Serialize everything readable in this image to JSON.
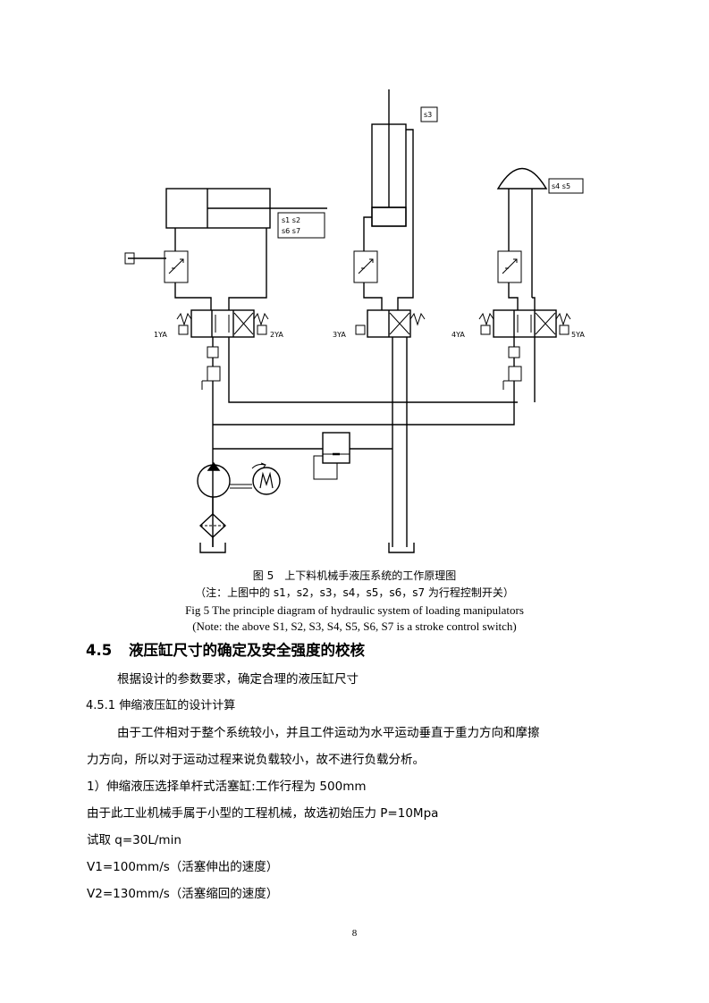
{
  "diagram": {
    "labels": {
      "s3": "s3",
      "s4s5": "s4 s5",
      "s1s2": "s1 s2",
      "s6s7": "s6 s7",
      "v1": "1YA",
      "v2": "2YA",
      "v3": "3YA",
      "v4": "4YA",
      "v5": "5YA"
    }
  },
  "caption": {
    "cn_title": "图 5　上下料机械手液压系统的工作原理图",
    "cn_note": "（注：上图中的 s1，s2，s3，s4，s5，s6，s7 为行程控制开关）",
    "en_title": "Fig 5 The principle diagram of hydraulic system of loading manipulators",
    "en_note": "(Note: the above S1, S2, S3, S4, S5, S6, S7 is a stroke control switch)"
  },
  "section": {
    "number": "4.5",
    "title": "液压缸尺寸的确定及安全强度的校核",
    "intro": "根据设计的参数要求，确定合理的液压缸尺寸",
    "sub_title": "4.5.1 伸缩液压缸的设计计算",
    "para1_line1": "由于工件相对于整个系统较小，并且工件运动为水平运动垂直于重力方向和摩擦",
    "para1_line2": "力方向，所以对于运动过程来说负载较小，故不进行负载分析。",
    "item1": "1）伸缩液压选择单杆式活塞缸:工作行程为 500mm",
    "item2": "由于此工业机械手属于小型的工程机械，故选初始压力 P=10Mpa",
    "item3": "试取 q=30L/min",
    "item4": "V1=100mm/s（活塞伸出的速度）",
    "item5": "V2=130mm/s（活塞缩回的速度）"
  },
  "page_number": "8"
}
